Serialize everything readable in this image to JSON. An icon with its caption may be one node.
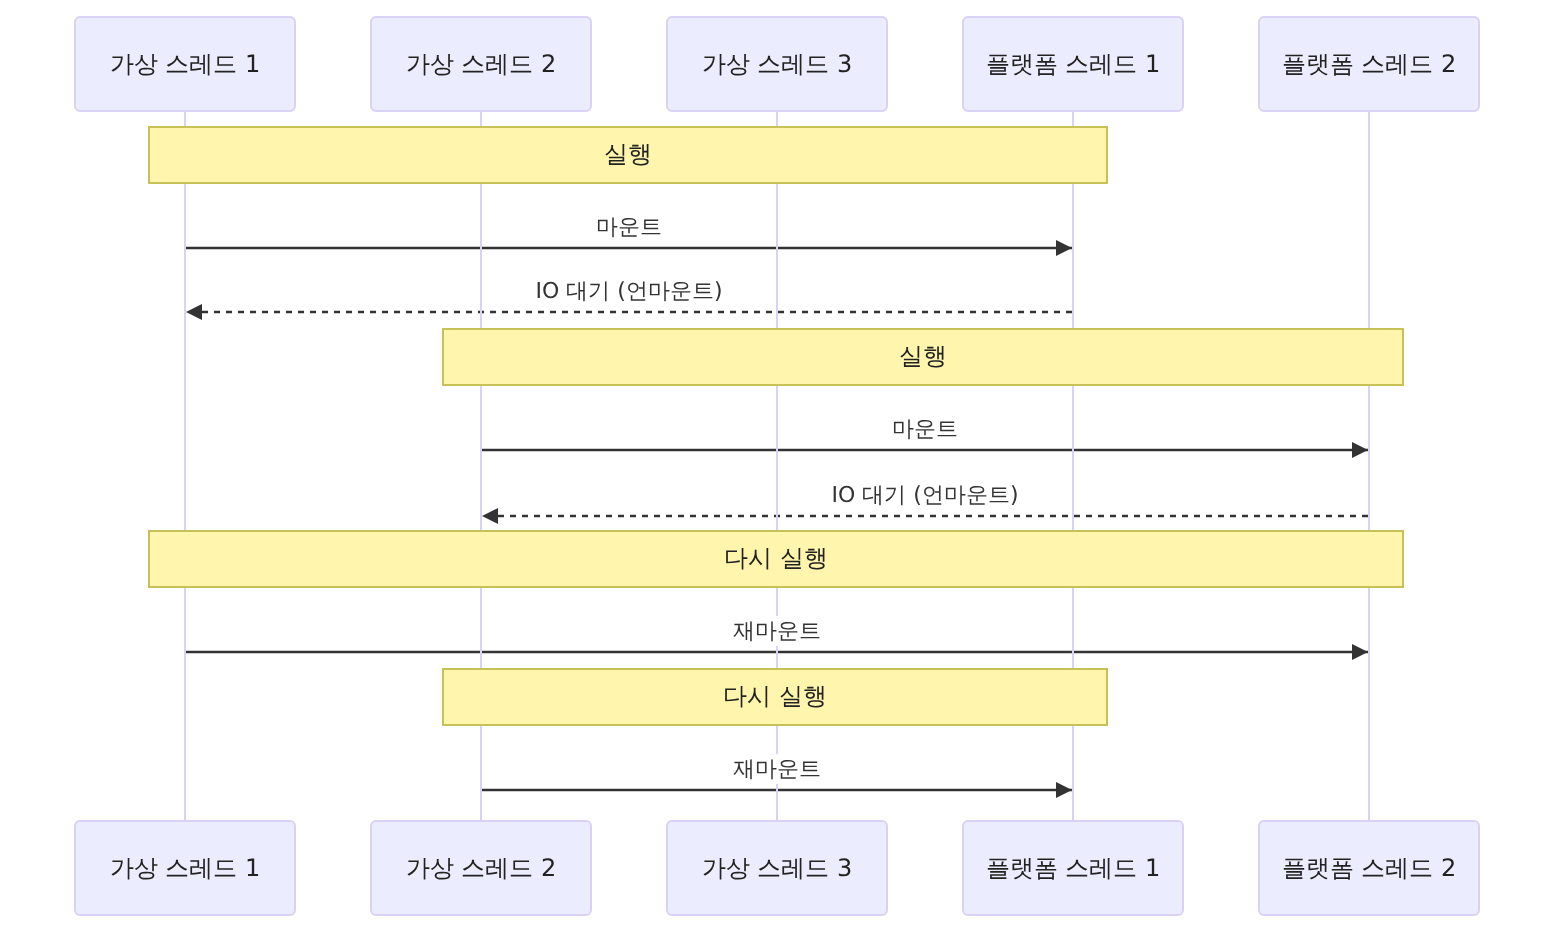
{
  "diagram": {
    "nodes": [
      {
        "text": [
          "가상 스레드 1"
        ]
      },
      {
        "text": [
          "가상 스레드 2"
        ]
      },
      {
        "text": [
          "가상 스레드 3"
        ]
      },
      {
        "text": [
          "플랫폼 스레드 1"
        ]
      },
      {
        "text": [
          "플랫폼 스레드 2"
        ]
      },
      {
        "text": [],
        "shape": "bar"
      },
      {
        "text": [],
        "shape": "bar"
      },
      {
        "text": [],
        "shape": "bar"
      },
      {
        "text": [],
        "shape": "bar"
      },
      {
        "text": [],
        "shape": "bar"
      },
      {
        "text": [
          "실행"
        ]
      },
      {
        "text": [
          "실행"
        ]
      },
      {
        "text": [
          "다시 실행"
        ]
      },
      {
        "text": [
          "다시 실행"
        ]
      },
      {
        "text": [
          "가상 스레드 1"
        ]
      },
      {
        "text": [
          "가상 스레드 2"
        ]
      },
      {
        "text": [
          "가상 스레드 3"
        ]
      },
      {
        "text": [
          "플랫폼 스레드 1"
        ]
      },
      {
        "text": [
          "플랫폼 스레드 2"
        ]
      }
    ],
    "edges": [
      {
        "from": 5,
        "to": 8,
        "arrow": "to",
        "label": "마운트"
      },
      {
        "from": 8,
        "to": 5,
        "arrow": "to",
        "label": "IO 대기 (언마운트)",
        "style": "dashed"
      },
      {
        "from": 6,
        "to": 9,
        "arrow": "to",
        "label": "마운트"
      },
      {
        "from": 9,
        "to": 6,
        "arrow": "to",
        "label": "IO 대기 (언마운트)",
        "style": "dashed"
      },
      {
        "from": 5,
        "to": 9,
        "arrow": "to",
        "label": "재마운트"
      },
      {
        "from": 6,
        "to": 8,
        "arrow": "to",
        "label": "재마운트"
      }
    ]
  }
}
